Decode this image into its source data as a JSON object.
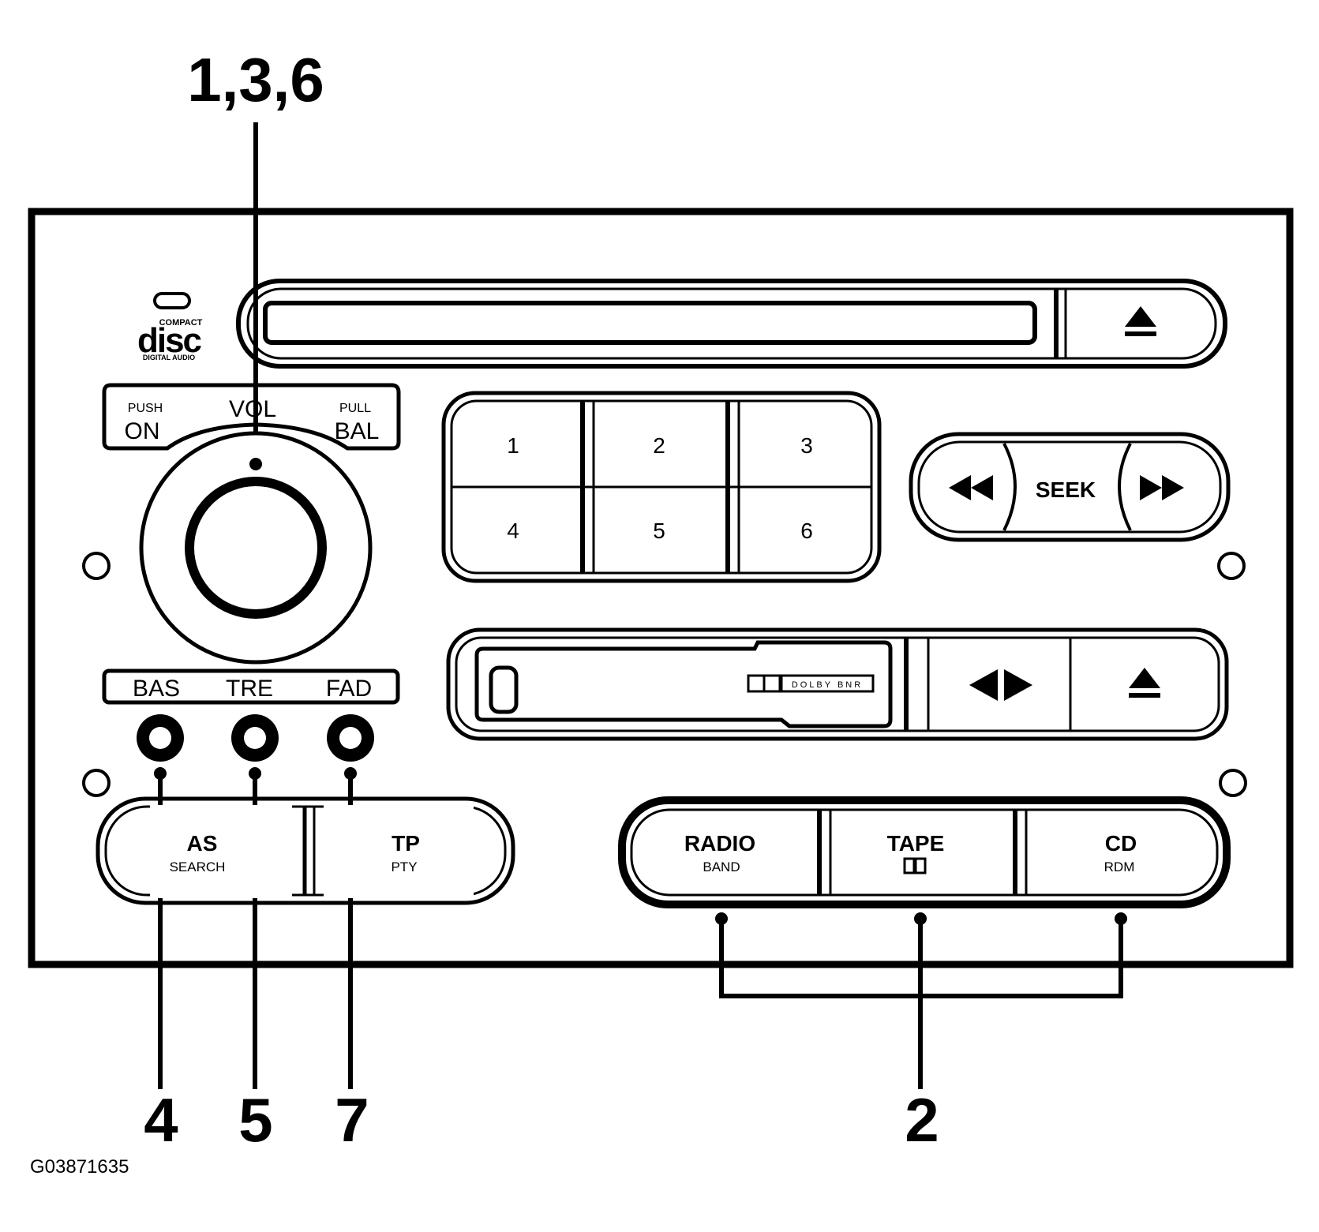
{
  "callouts": {
    "volume_knob": "1,3,6",
    "bass": "4",
    "treble": "5",
    "fade": "7",
    "source_buttons": "2"
  },
  "logo": {
    "line1": "COMPACT",
    "line2": "disc",
    "line3": "DIGITAL AUDIO"
  },
  "volume": {
    "push": "PUSH",
    "on": "ON",
    "vol": "VOL",
    "pull": "PULL",
    "bal": "BAL"
  },
  "tone": {
    "bas": "BAS",
    "tre": "TRE",
    "fad": "FAD"
  },
  "presets": [
    "1",
    "2",
    "3",
    "4",
    "5",
    "6"
  ],
  "seek": {
    "label": "SEEK"
  },
  "cassette": {
    "dolby": "DOLBY BNR"
  },
  "left_buttons": [
    {
      "label": "AS",
      "sub": "SEARCH"
    },
    {
      "label": "TP",
      "sub": "PTY"
    }
  ],
  "source_buttons": [
    {
      "label": "RADIO",
      "sub": "BAND"
    },
    {
      "label": "TAPE",
      "sub": ""
    },
    {
      "label": "CD",
      "sub": "RDM"
    }
  ],
  "figure_id": "G03871635"
}
